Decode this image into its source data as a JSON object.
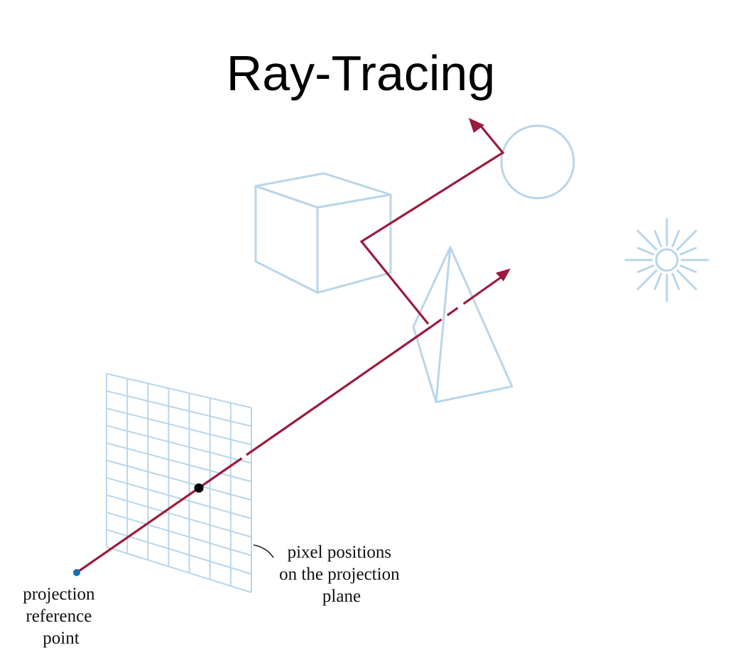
{
  "title": "Ray-Tracing",
  "labels": {
    "pixel_positions": [
      "pixel positions",
      "on the projection",
      "plane"
    ],
    "reference_point": [
      "projection",
      "reference",
      "point"
    ]
  },
  "colors": {
    "object_outline": "#b9d6ea",
    "ray": "#9b1b3e",
    "pixel_dot": "#000000",
    "reference_point": "#1a6fb0",
    "text": "#111111",
    "background": "#ffffff"
  },
  "grid": {
    "columns": 7,
    "rows": 10
  }
}
